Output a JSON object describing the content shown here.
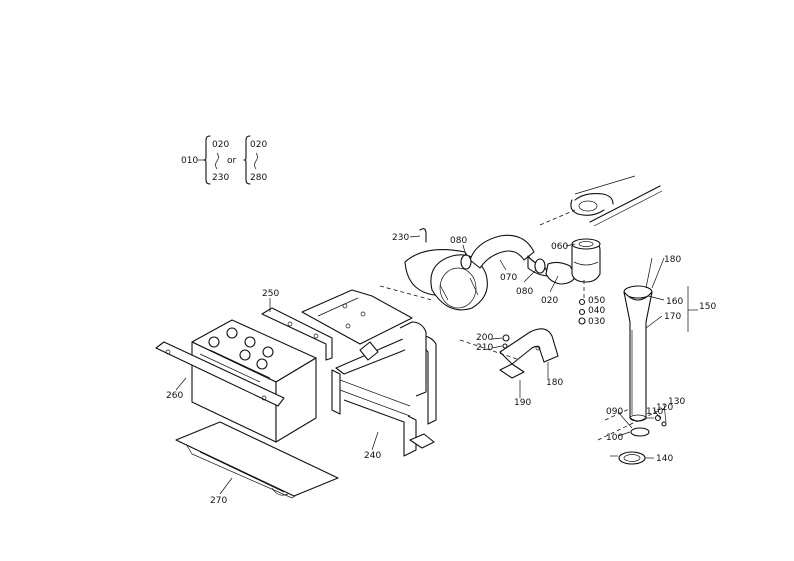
{
  "legend": {
    "main": "010",
    "set_a_top": "020",
    "set_a_bottom": "230",
    "or_text": "or",
    "set_b_top": "020",
    "set_b_bottom": "280"
  },
  "callouts": {
    "c230": "230",
    "c080a": "080",
    "c060": "060",
    "c070": "070",
    "c080b": "080",
    "c020": "020",
    "c050": "050",
    "c040": "040",
    "c030": "030",
    "c180a": "180",
    "c160": "160",
    "c150": "150",
    "c170": "170",
    "c250": "250",
    "c200": "200",
    "c210": "210",
    "c180b": "180",
    "c190": "190",
    "c260": "260",
    "c240": "240",
    "c090": "090",
    "c110": "110",
    "c120": "120",
    "c130": "130",
    "c100": "100",
    "c140": "140",
    "c270": "270"
  }
}
